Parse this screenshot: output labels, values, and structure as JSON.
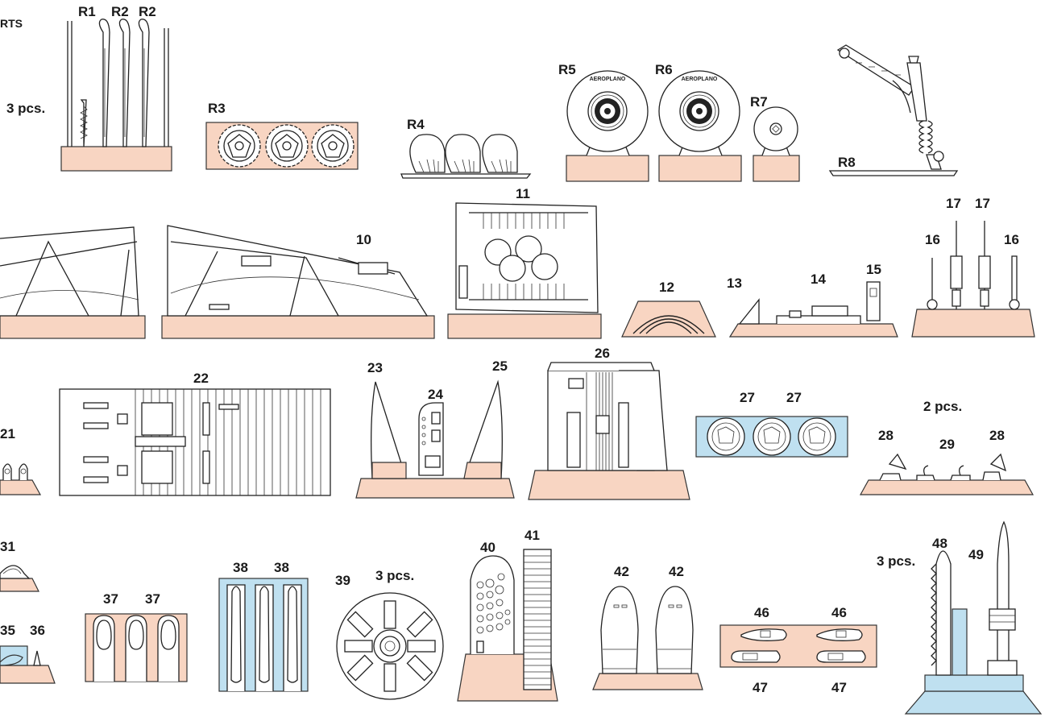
{
  "header": {
    "fragment": "RTS"
  },
  "labels": {
    "R1": "R1",
    "R2a": "R2",
    "R2b": "R2",
    "R3": "R3",
    "R4": "R4",
    "R5": "R5",
    "R6": "R6",
    "R7": "R7",
    "R8": "R8",
    "p10": "10",
    "p11": "11",
    "p12": "12",
    "p13": "13",
    "p14": "14",
    "p15": "15",
    "p16a": "16",
    "p16b": "16",
    "p17a": "17",
    "p17b": "17",
    "p21": "21",
    "p22": "22",
    "p23": "23",
    "p24": "24",
    "p25": "25",
    "p26": "26",
    "p27a": "27",
    "p27b": "27",
    "p28a": "28",
    "p28b": "28",
    "p29": "29",
    "p31": "31",
    "p35": "35",
    "p36": "36",
    "p37a": "37",
    "p37b": "37",
    "p38a": "38",
    "p38b": "38",
    "p39": "39",
    "p40": "40",
    "p41": "41",
    "p42a": "42",
    "p42b": "42",
    "p46a": "46",
    "p46b": "46",
    "p47a": "47",
    "p47b": "47",
    "p48": "48",
    "p49": "49"
  },
  "quantities": {
    "q_R1": "3 pcs.",
    "q_28": "2 pcs.",
    "q_39": "3 pcs.",
    "q_48": "3 pcs."
  },
  "tire_text": "AEROPLANO",
  "colors": {
    "pink": "#f8d5c2",
    "blue": "#bfe0f0",
    "line": "#222222"
  }
}
